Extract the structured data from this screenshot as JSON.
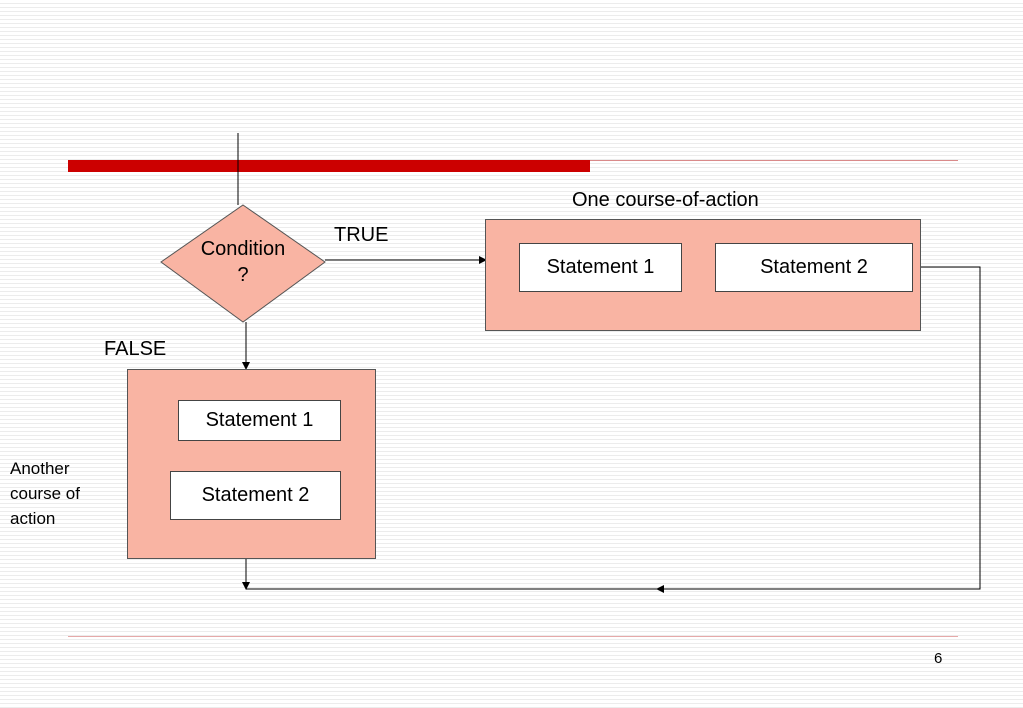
{
  "flowchart": {
    "condition": {
      "line1": "Condition",
      "line2": "?"
    },
    "true_label": "TRUE",
    "false_label": "FALSE",
    "true_branch": {
      "caption": "One course-of-action",
      "statements": [
        "Statement 1",
        "Statement 2"
      ]
    },
    "false_branch": {
      "caption_lines": [
        "Another",
        "course of",
        "action"
      ],
      "statements": [
        "Statement 1",
        "Statement 2"
      ]
    }
  },
  "slide": {
    "page_number": "6"
  },
  "colors": {
    "accent_red": "#cc0000",
    "box_fill": "#f9b4a3",
    "line": "#000000"
  }
}
